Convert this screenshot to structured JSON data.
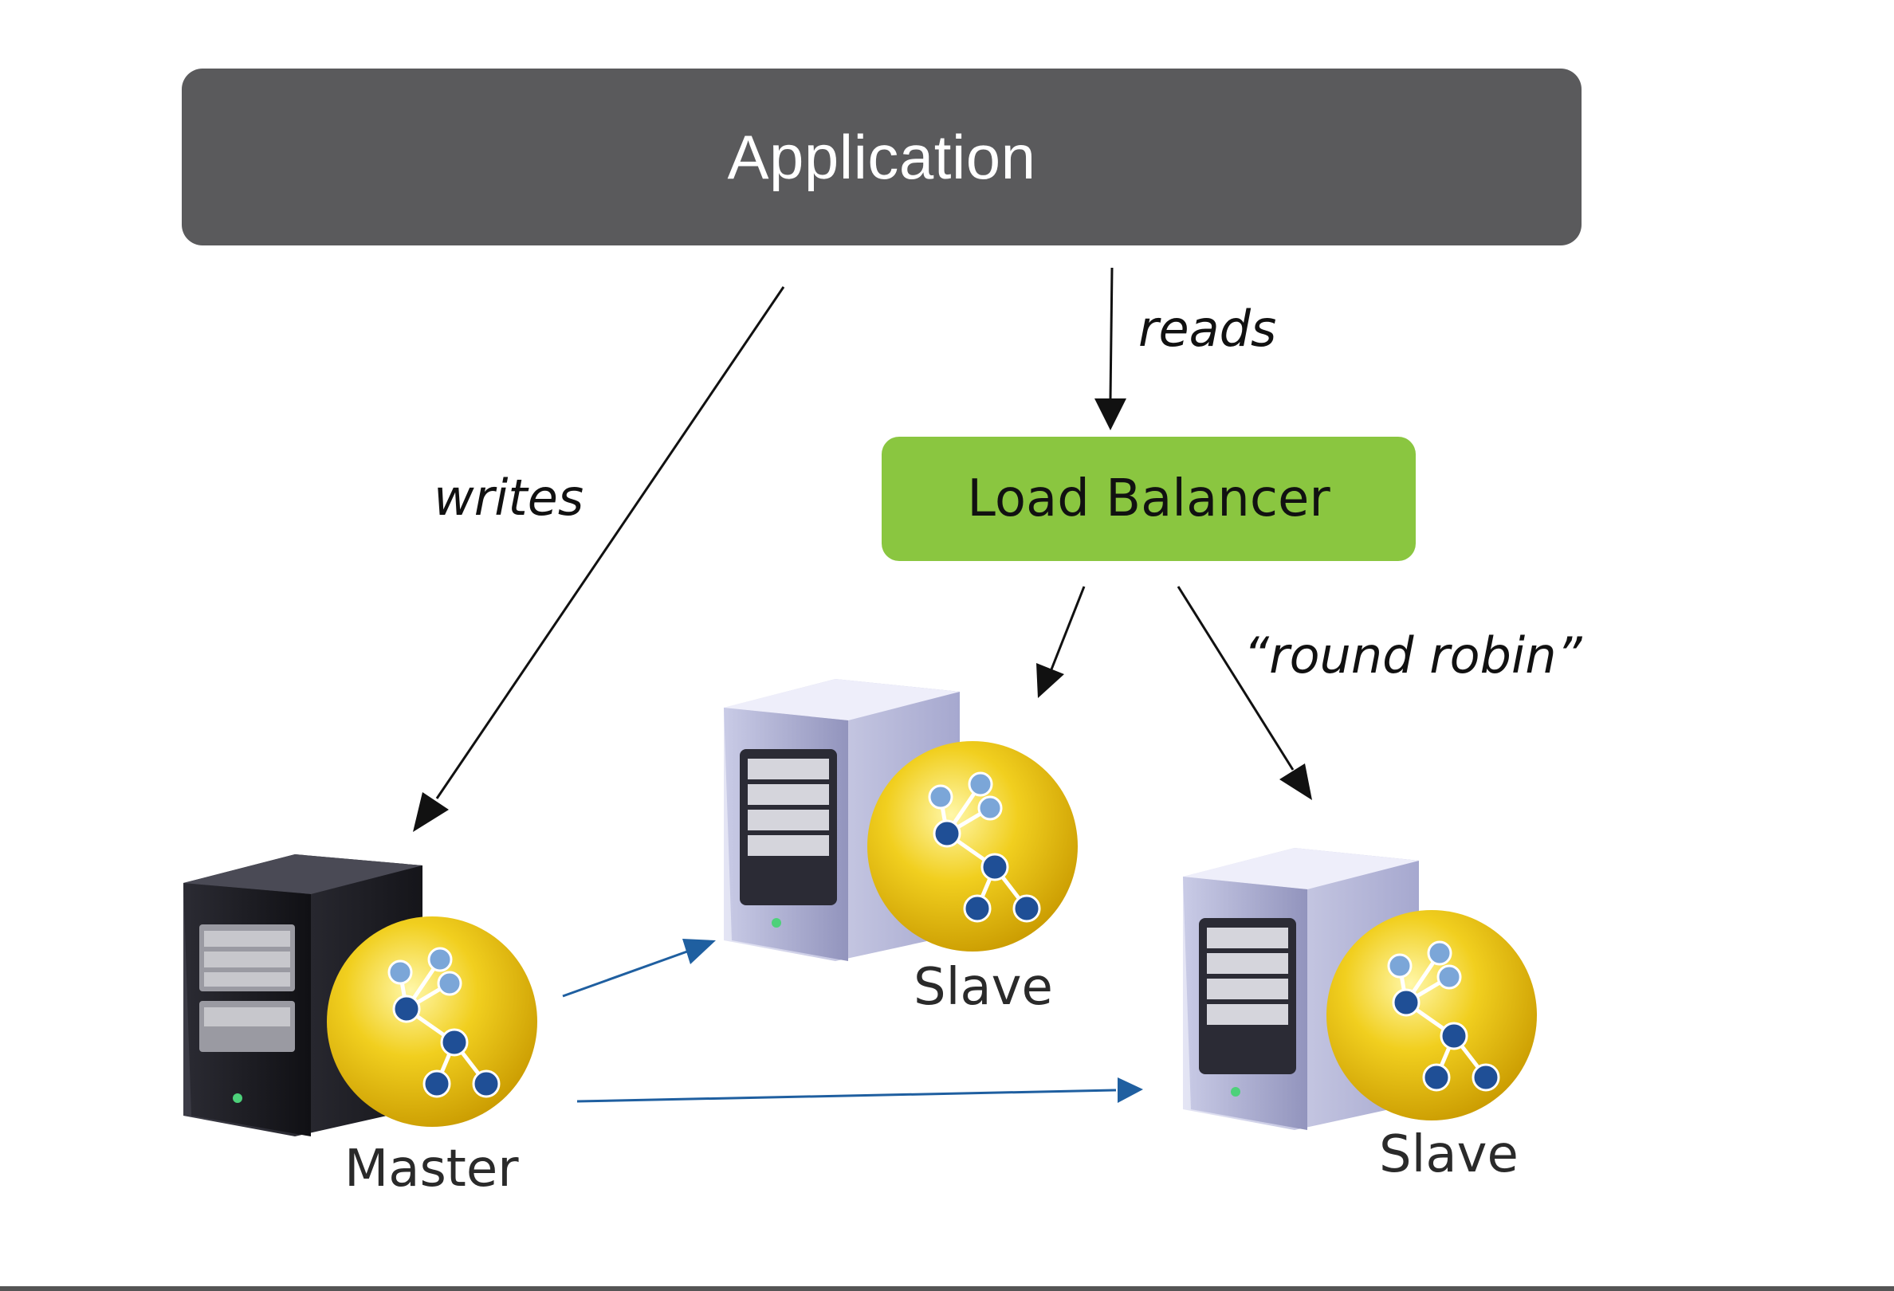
{
  "application": {
    "label": "Application"
  },
  "load_balancer": {
    "label": "Load Balancer"
  },
  "edges": {
    "reads": "reads",
    "writes": "writes",
    "round_robin": "“round robin”"
  },
  "nodes": {
    "master": {
      "label": "Master",
      "icon": "server-dark-icon",
      "badge": "graph-db-icon"
    },
    "slave_1": {
      "label": "Slave",
      "icon": "server-light-icon",
      "badge": "graph-db-icon"
    },
    "slave_2": {
      "label": "Slave",
      "icon": "server-light-icon",
      "badge": "graph-db-icon"
    }
  },
  "colors": {
    "application_bg": "#5a5a5c",
    "load_balancer_bg": "#8ac640",
    "replication_arrow": "#1f5fa0",
    "request_arrow": "#111111"
  }
}
